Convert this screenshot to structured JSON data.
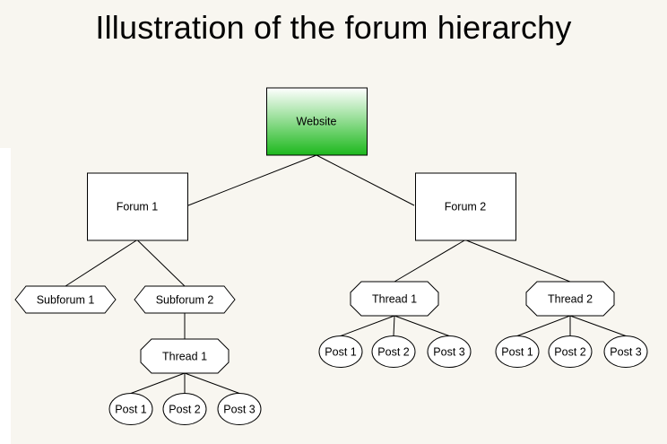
{
  "title": "Illustration of the forum hierarchy",
  "colors": {
    "background": "#f8f6f0",
    "website_gradient_top": "#ffffff",
    "website_gradient_bottom": "#1cb81c",
    "node_fill": "#ffffff",
    "stroke": "#000000"
  },
  "nodes": {
    "website": {
      "label": "Website",
      "shape": "rectangle"
    },
    "forum1": {
      "label": "Forum 1",
      "shape": "rectangle"
    },
    "forum2": {
      "label": "Forum 2",
      "shape": "rectangle"
    },
    "f1_subforum1": {
      "label": "Subforum 1",
      "shape": "hexagon"
    },
    "f1_subforum2": {
      "label": "Subforum 2",
      "shape": "hexagon"
    },
    "sf2_thread1": {
      "label": "Thread 1",
      "shape": "octagon"
    },
    "sf2_post1": {
      "label": "Post 1",
      "shape": "ellipse"
    },
    "sf2_post2": {
      "label": "Post 2",
      "shape": "ellipse"
    },
    "sf2_post3": {
      "label": "Post 3",
      "shape": "ellipse"
    },
    "f2_thread1": {
      "label": "Thread 1",
      "shape": "octagon"
    },
    "f2_thread2": {
      "label": "Thread 2",
      "shape": "octagon"
    },
    "t1_post1": {
      "label": "Post 1",
      "shape": "ellipse"
    },
    "t1_post2": {
      "label": "Post 2",
      "shape": "ellipse"
    },
    "t1_post3": {
      "label": "Post 3",
      "shape": "ellipse"
    },
    "t2_post1": {
      "label": "Post 1",
      "shape": "ellipse"
    },
    "t2_post2": {
      "label": "Post 2",
      "shape": "ellipse"
    },
    "t2_post3": {
      "label": "Post 3",
      "shape": "ellipse"
    }
  },
  "edges": [
    [
      "website",
      "forum1"
    ],
    [
      "website",
      "forum2"
    ],
    [
      "forum1",
      "f1_subforum1"
    ],
    [
      "forum1",
      "f1_subforum2"
    ],
    [
      "f1_subforum2",
      "sf2_thread1"
    ],
    [
      "sf2_thread1",
      "sf2_post1"
    ],
    [
      "sf2_thread1",
      "sf2_post2"
    ],
    [
      "sf2_thread1",
      "sf2_post3"
    ],
    [
      "forum2",
      "f2_thread1"
    ],
    [
      "forum2",
      "f2_thread2"
    ],
    [
      "f2_thread1",
      "t1_post1"
    ],
    [
      "f2_thread1",
      "t1_post2"
    ],
    [
      "f2_thread1",
      "t1_post3"
    ],
    [
      "f2_thread2",
      "t2_post1"
    ],
    [
      "f2_thread2",
      "t2_post2"
    ],
    [
      "f2_thread2",
      "t2_post3"
    ]
  ]
}
